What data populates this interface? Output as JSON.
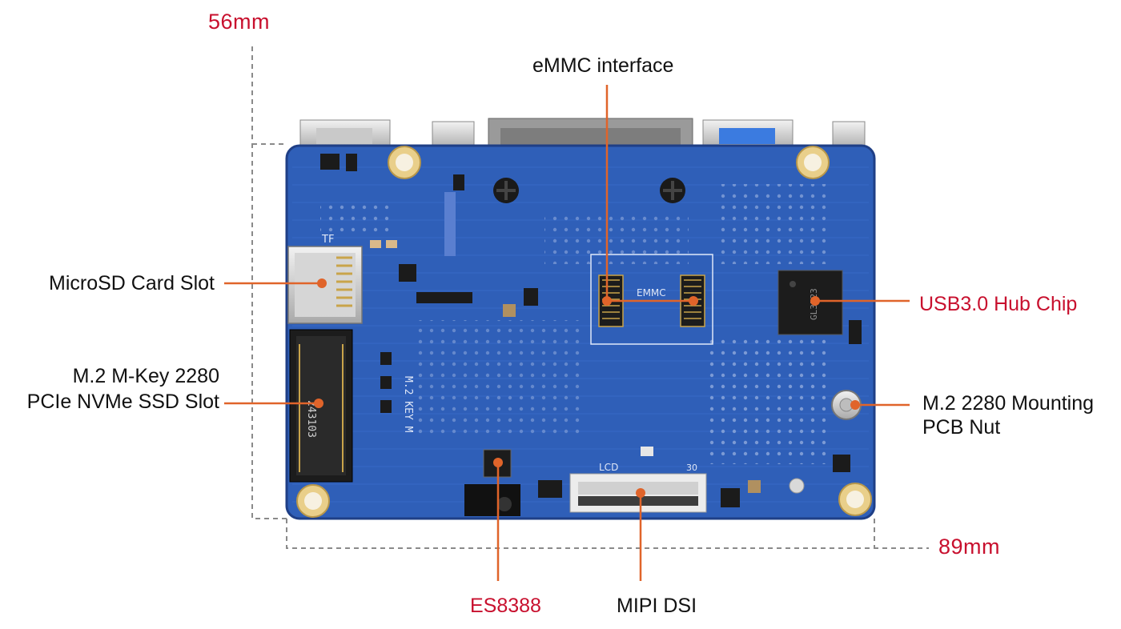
{
  "colors": {
    "accent_red": "#c8102e",
    "leader_orange": "#e0642a",
    "pcb_blue": "#2f5fb8",
    "pcb_dark": "#24489a",
    "dimension_gray": "#8a8a8a"
  },
  "dimensions": {
    "height_label": "56mm",
    "width_label": "89mm"
  },
  "callouts": {
    "emmc": "eMMC interface",
    "microsd": "MicroSD Card Slot",
    "m2_line1": "M.2 M-Key 2280",
    "m2_line2": "PCIe NVMe SSD Slot",
    "usb_hub": "USB3.0 Hub Chip",
    "mounting_line1": "M.2 2280 Mounting",
    "mounting_line2": "PCB Nut",
    "es8388": "ES8388",
    "mipi": "MIPI DSI"
  },
  "board_silkscreen": {
    "tf": "TF",
    "emmc": "EMMC",
    "m2_key": "M.2 KEY M",
    "lcd": "LCD",
    "lcd_pin": "30",
    "ssd_code": "243103",
    "hub_chip_text": "GL3523"
  }
}
